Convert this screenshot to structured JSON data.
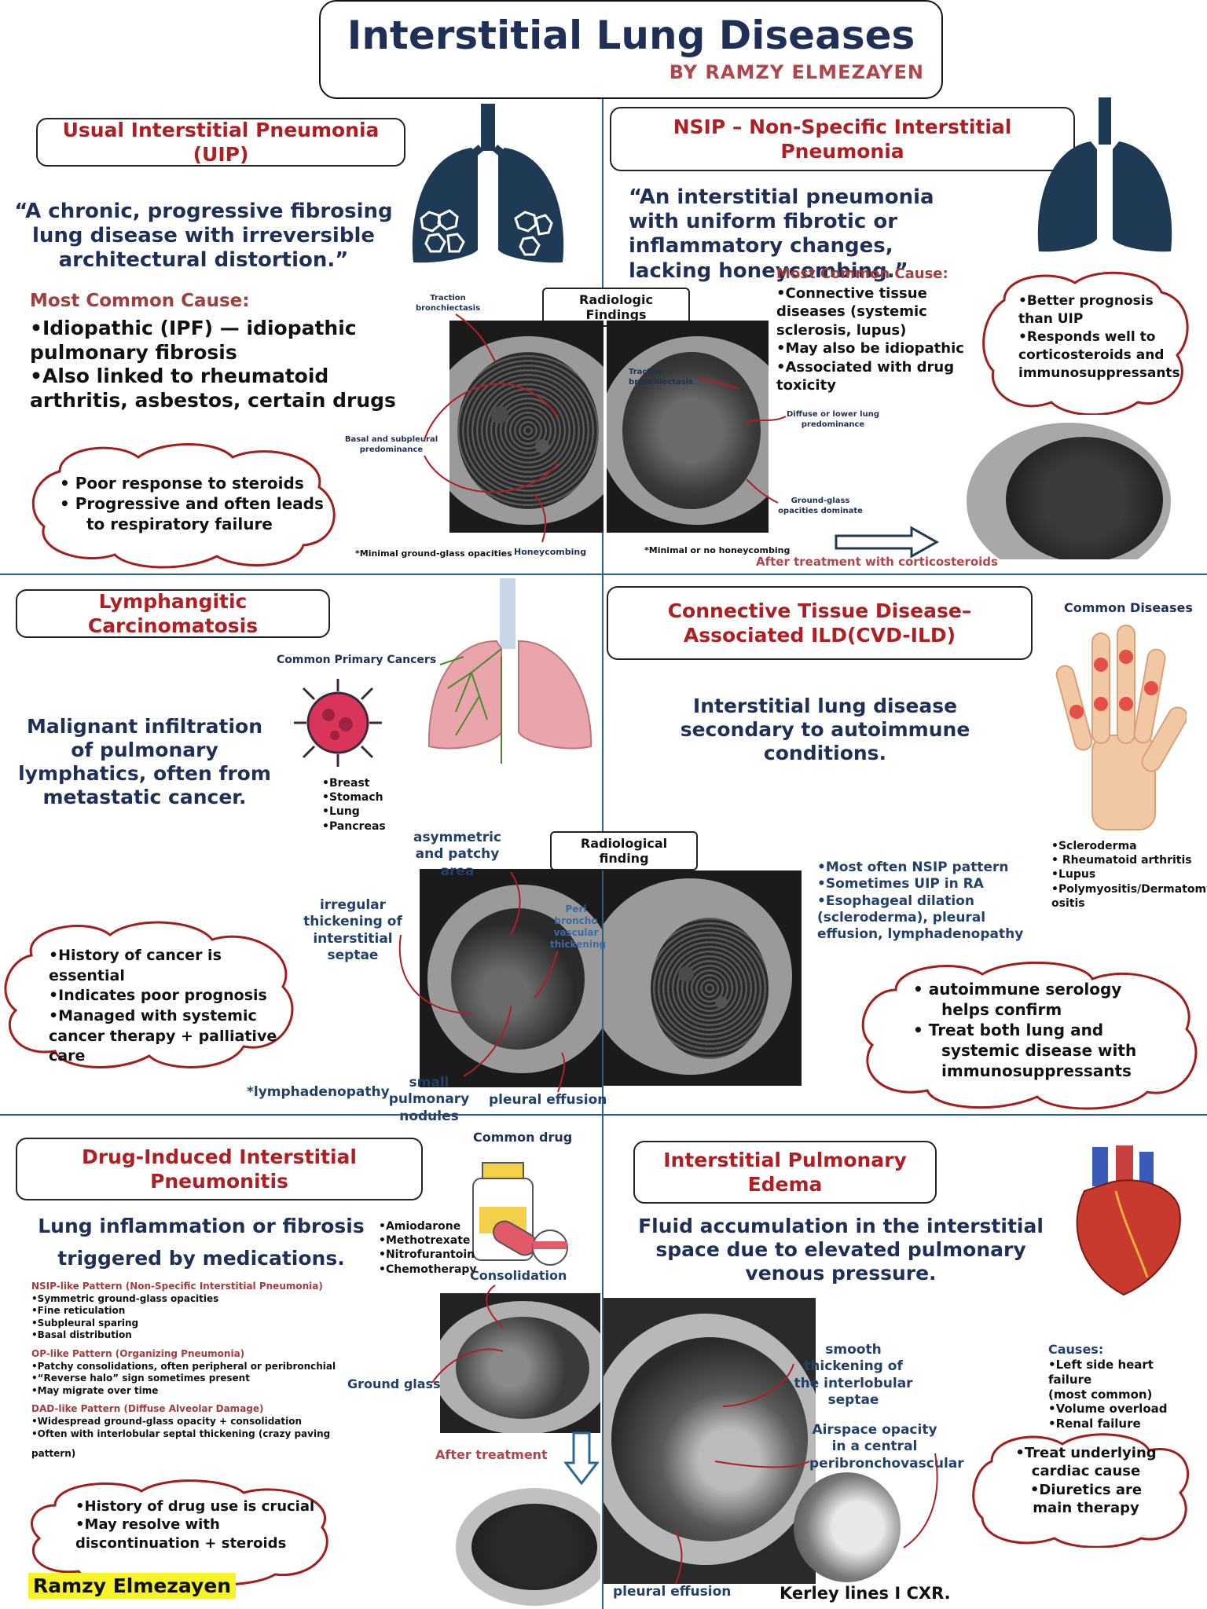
{
  "header": {
    "title": "Interstitial Lung Diseases",
    "byline": "BY RAMZY ELMEZAYEN"
  },
  "uip": {
    "title": "Usual Interstitial Pneumonia (UIP)",
    "quote": "“A chronic, progressive fibrosing lung disease with irreversible architectural distortion.”",
    "cause_label": "Most Common Cause:",
    "causes": [
      "•Idiopathic (IPF) — idiopathic pulmonary fibrosis",
      "•Also linked to rheumatoid arthritis, asbestos, certain drugs"
    ],
    "cloud": [
      "•  Poor response to steroids",
      "•  Progressive and often leads",
      "to respiratory failure"
    ],
    "labels": {
      "traction": "Traction bronchiectasis",
      "basal": "Basal and subpleural predominance",
      "minimal_gg": "*Minimal ground-glass opacities",
      "honeycombing": "Honeycombing"
    }
  },
  "radiologic_findings": "Radiologic Findings",
  "nsip": {
    "title": "NSIP – Non-Specific Interstitial Pneumonia",
    "quote": "“An interstitial pneumonia with uniform fibrotic or inflammatory changes, lacking honeycombing.”",
    "cause_label": "Most Common Cause:",
    "causes": [
      "•Connective tissue diseases (systemic sclerosis, lupus)",
      "•May also be idiopathic",
      "•Associated with drug toxicity"
    ],
    "cloud": [
      "•Better prognosis than UIP",
      "•Responds well to corticosteroids and immunosuppressants"
    ],
    "labels": {
      "traction": "Traction bronchiectasis",
      "diffuse": "Diffuse or lower lung predominance",
      "ground_glass": "Ground-glass opacities dominate",
      "minimal_honey": "*Minimal or no honeycombing",
      "after": "After treatment with corticosteroids"
    }
  },
  "lymph": {
    "title": "Lymphangitic Carcinomatosis",
    "common_primary": "Common Primary Cancers",
    "cancers": [
      "•Breast",
      "•Stomach",
      "•Lung",
      "•Pancreas"
    ],
    "desc": "Malignant infiltration of pulmonary lymphatics, often from metastatic cancer.",
    "cloud": [
      "•History of cancer is essential",
      "•Indicates poor prognosis",
      "•Managed with systemic",
      "cancer therapy + palliative",
      "care"
    ],
    "labels": {
      "asym": "asymmetric and patchy area",
      "irregular": "irregular thickening of interstitial septae",
      "peri": "Peri broncho vascular thickening",
      "lymphadeno": "*lymphadenopathy",
      "nodules": "small pulmonary nodules",
      "effusion": "pleural effusion"
    }
  },
  "radiological_finding": "Radiological finding",
  "cvd": {
    "title": "Connective Tissue Disease–Associated ILD(CVD-ILD)",
    "common_diseases": "Common Diseases",
    "desc": "Interstitial lung disease secondary to autoimmune conditions.",
    "diseases": [
      "•Scleroderma",
      "• Rheumatoid arthritis",
      "•Lupus",
      "•Polymyositis/Dermatomy ositis"
    ],
    "findings": [
      "•Most often NSIP pattern",
      "•Sometimes UIP in RA",
      "•Esophageal dilation (scleroderma), pleural effusion, lymphadenopathy"
    ],
    "cloud": [
      "•   autoimmune serology",
      "helps confirm",
      "•   Treat both lung and",
      "systemic disease with",
      "immunosuppressants"
    ]
  },
  "drug": {
    "title": "Drug-Induced Interstitial Pneumonitis",
    "common_drug": "Common drug",
    "desc": "Lung inflammation or fibrosis triggered by medications.",
    "drugs": [
      "•Amiodarone",
      "•Methotrexate",
      "•Nitrofurantoin",
      "•Chemotherapy"
    ],
    "nsip_head": "NSIP-like Pattern (Non-Specific Interstitial Pneumonia)",
    "nsip_items": [
      "•Symmetric ground-glass opacities",
      "•Fine reticulation",
      "•Subpleural sparing",
      "•Basal distribution"
    ],
    "op_head": "OP-like Pattern (Organizing Pneumonia)",
    "op_items": [
      "•Patchy consolidations, often peripheral or peribronchial",
      "•“Reverse halo” sign sometimes present",
      "•May migrate over time"
    ],
    "dad_head": "DAD-like Pattern (Diffuse Alveolar Damage)",
    "dad_items": [
      "•Widespread ground-glass opacity + consolidation",
      "•Often with interlobular septal thickening (crazy paving",
      "pattern)"
    ],
    "cloud": [
      "•History of drug use is crucial",
      "•May resolve with",
      "discontinuation + steroids"
    ],
    "labels": {
      "consolidation": "Consolidation",
      "ground_glass": "Ground glass",
      "after": "After treatment"
    }
  },
  "edema": {
    "title": "Interstitial Pulmonary Edema",
    "desc": "Fluid accumulation in the interstitial space due to elevated pulmonary venous pressure.",
    "causes_label": "Causes:",
    "causes": [
      "•Left side heart failure",
      "  (most common)",
      "•Volume overload",
      "•Renal failure"
    ],
    "cloud": [
      "•Treat underlying",
      "cardiac cause",
      "•Diuretics are",
      "main therapy"
    ],
    "labels": {
      "smooth": "smooth thickening of the interlobular septae",
      "airspace": "Airspace opacity in a central peribronchovascular",
      "effusion": "pleural effusion",
      "kerley": "Kerley lines I CXR."
    }
  },
  "signature": "Ramzy Elmezayen",
  "colors": {
    "navy": "#1f2f56",
    "red": "#b11e22",
    "divider": "#2c5f86"
  }
}
